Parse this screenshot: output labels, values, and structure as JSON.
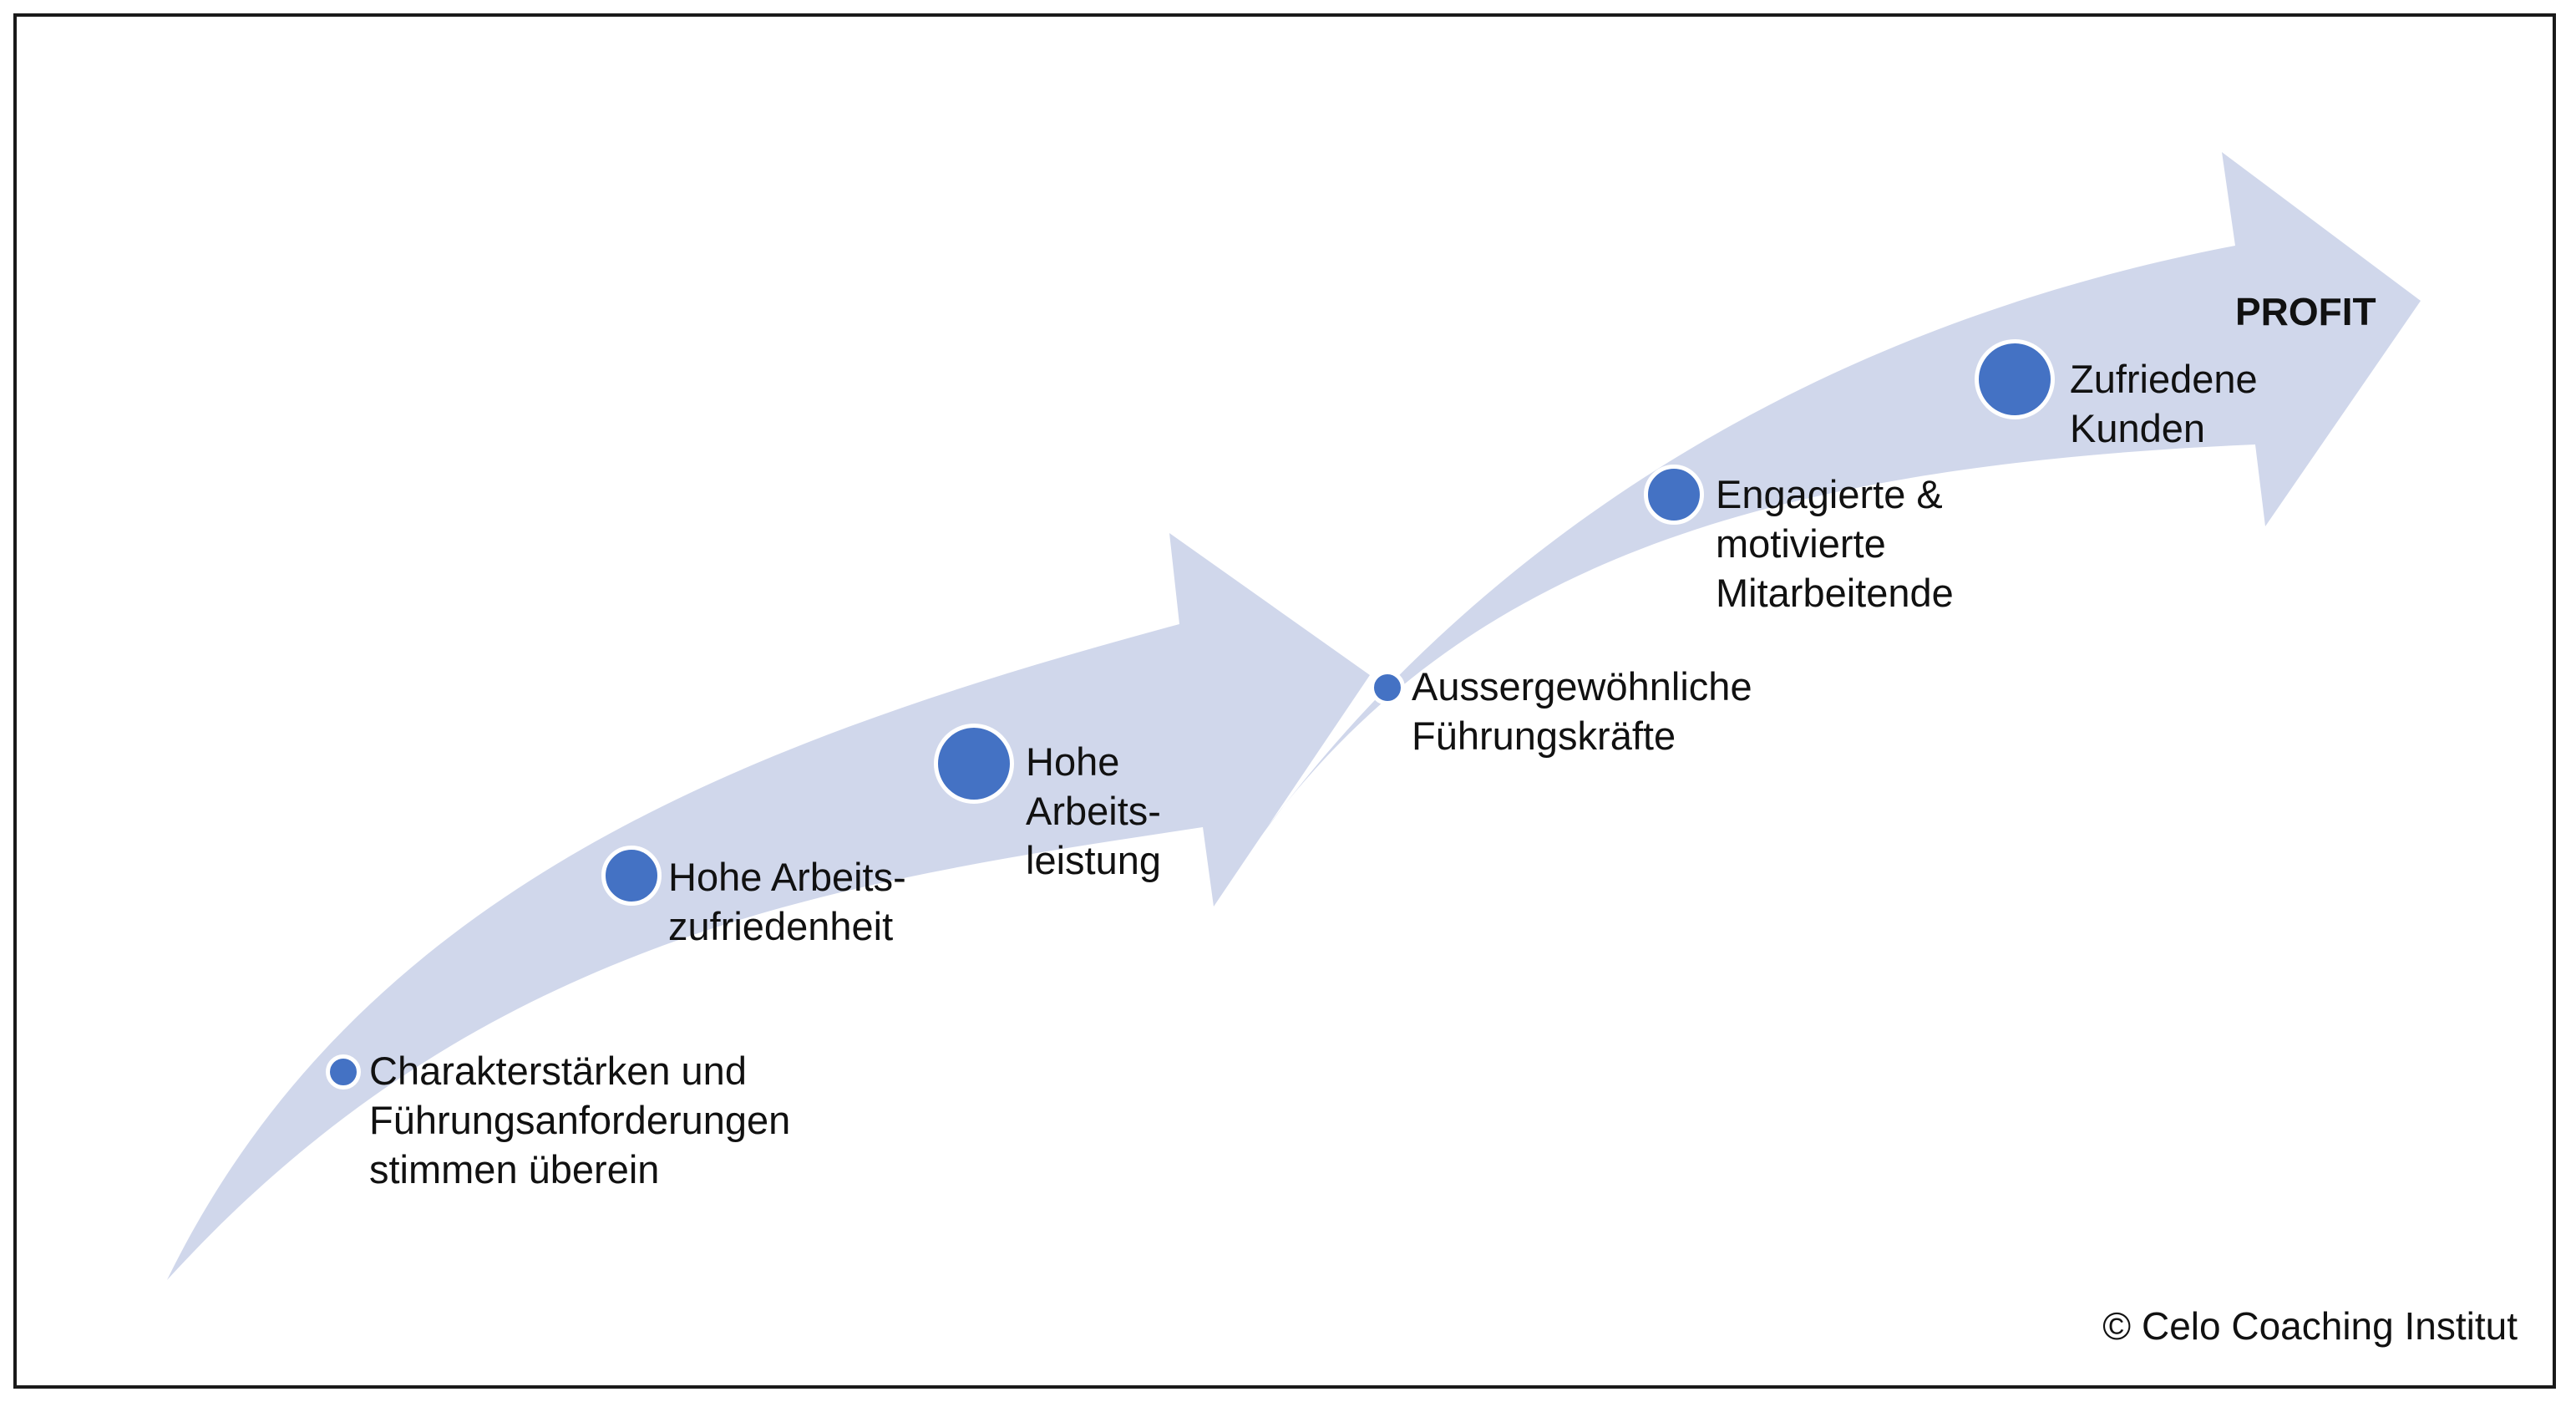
{
  "profit_label": "PROFIT",
  "copyright": "© Celo Coaching Institut",
  "colors": {
    "arrow_fill": "#d0d7eb",
    "dot_fill": "#4472c4",
    "border": "#1a1a1a",
    "text": "#111111"
  },
  "steps": [
    {
      "lines": [
        "Charakterstärken und",
        "Führungsanforderungen",
        "stimmen überein"
      ]
    },
    {
      "lines": [
        "Hohe Arbeits-",
        "zufriedenheit"
      ]
    },
    {
      "lines": [
        "Hohe",
        "Arbeits-",
        "leistung"
      ]
    },
    {
      "lines": [
        "Aussergewöhnliche",
        "Führungskräfte"
      ]
    },
    {
      "lines": [
        "Engagierte &",
        "motivierte",
        "Mitarbeitende"
      ]
    },
    {
      "lines": [
        "Zufriedene",
        "Kunden"
      ]
    }
  ]
}
